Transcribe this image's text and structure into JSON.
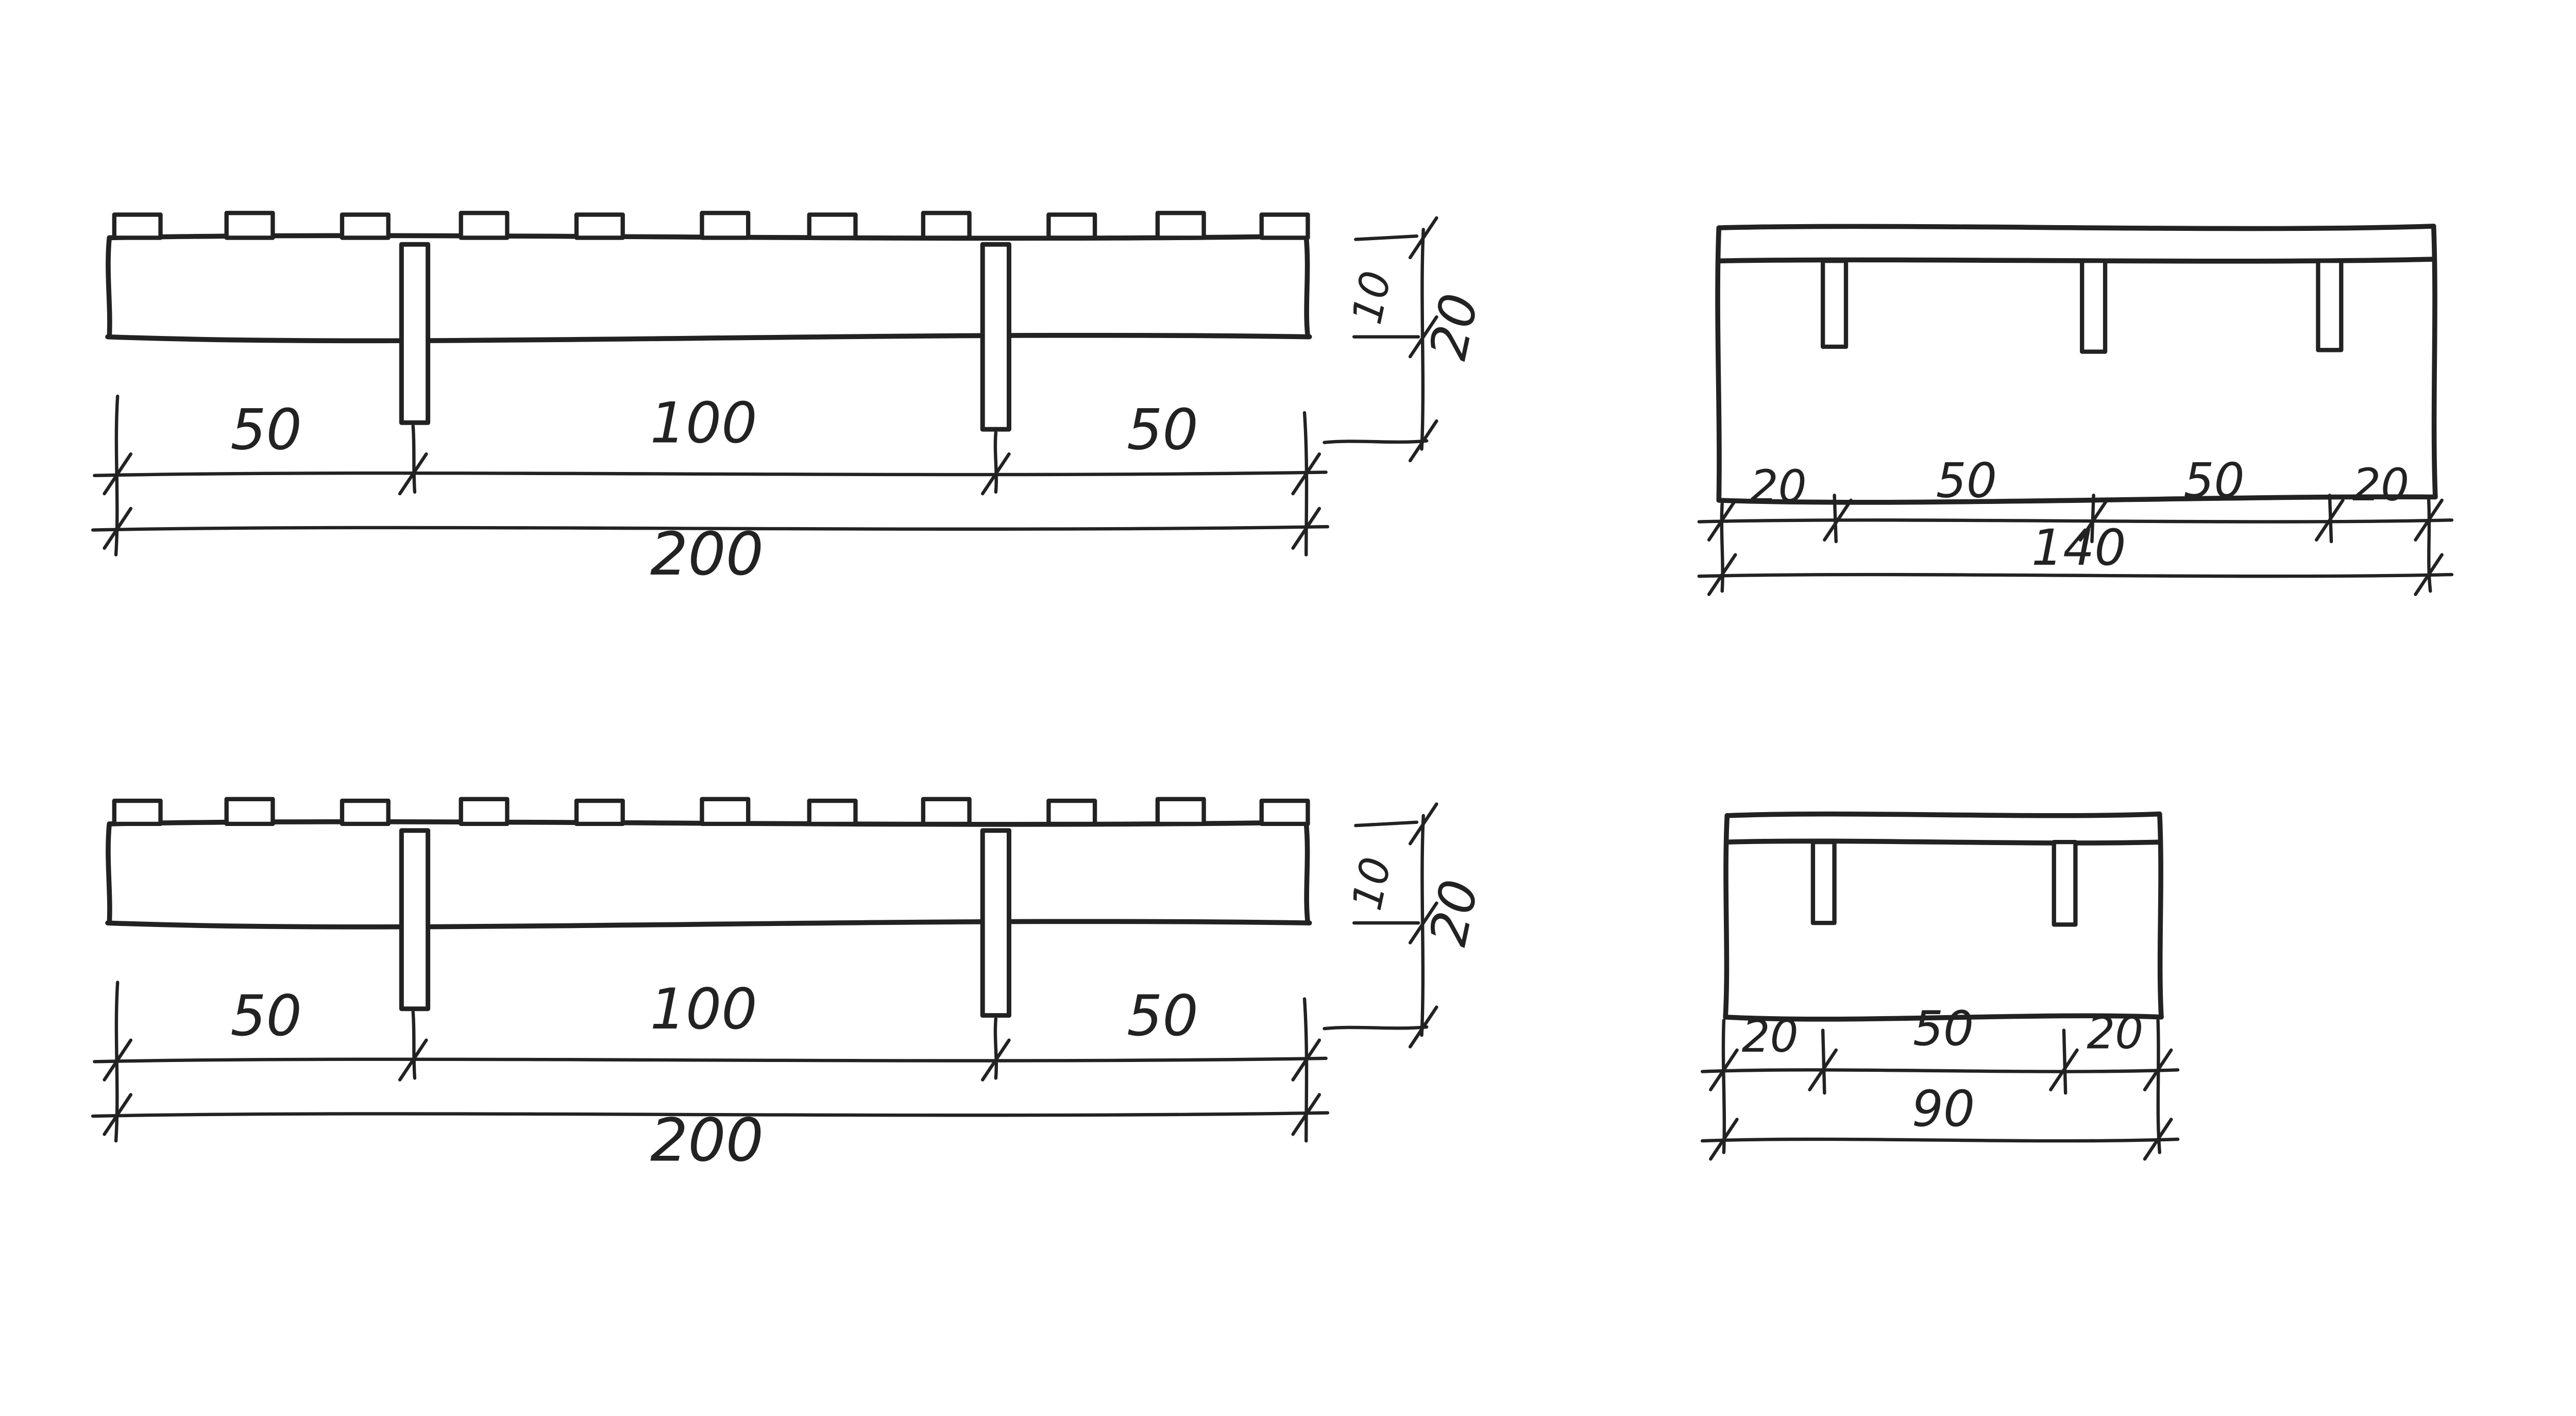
{
  "page": {
    "background": "#ffffff",
    "ink": "#222222",
    "description": "Hand-drawn construction sketch: two long deck/slab cross sections with pavers and two beam cross sections with hanger strips, all with dimension lines"
  },
  "drawings": {
    "long_section_top": {
      "spans": [
        "50",
        "100",
        "50"
      ],
      "total": "200",
      "heights": [
        "10",
        "20"
      ]
    },
    "long_section_bottom": {
      "spans": [
        "50",
        "100",
        "50"
      ],
      "total": "200",
      "heights": [
        "10",
        "20"
      ]
    },
    "wide_beam_section": {
      "spans": [
        "20",
        "50",
        "50",
        "20"
      ],
      "total": "140"
    },
    "narrow_beam_section": {
      "spans": [
        "20",
        "50",
        "20"
      ],
      "total": "90"
    }
  }
}
